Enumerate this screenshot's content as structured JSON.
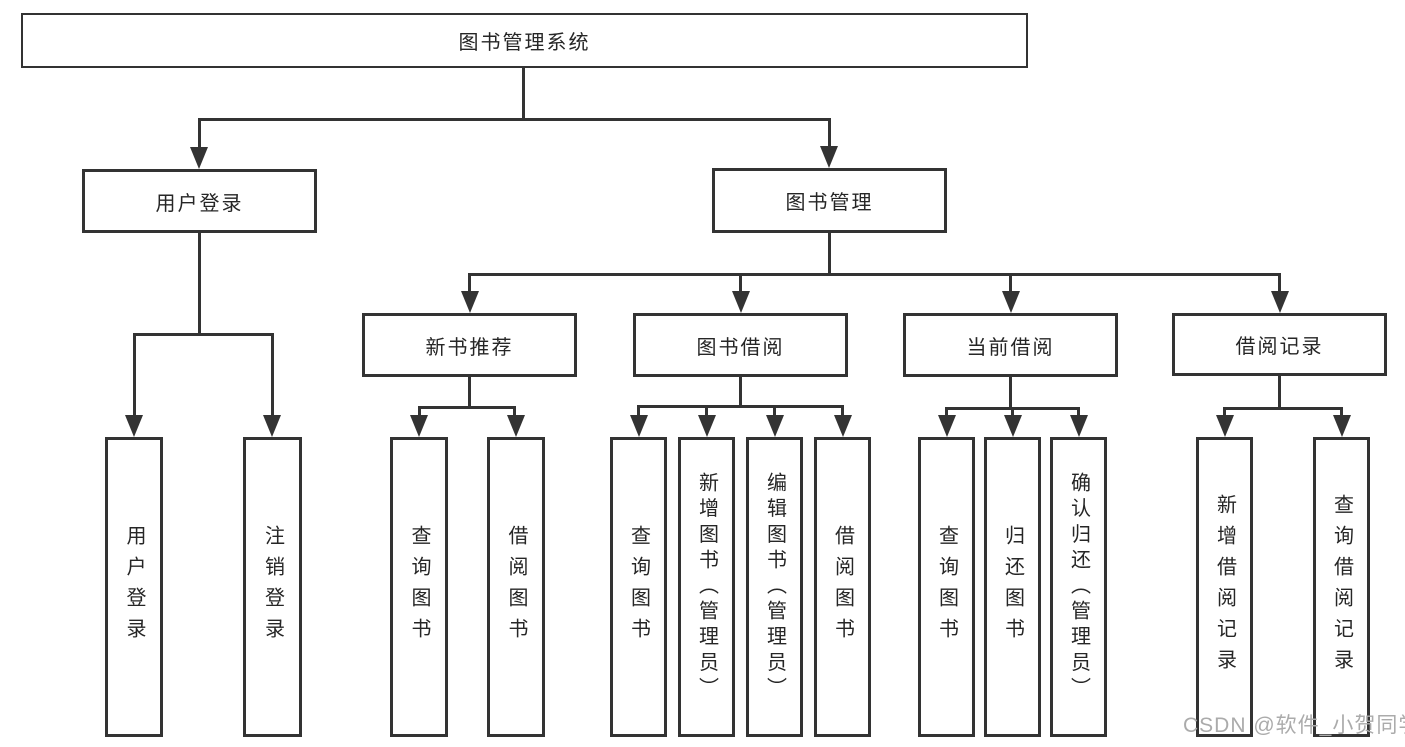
{
  "diagram_title": "图书管理系统",
  "watermark": {
    "text": "CSDN @软件_小贺同学"
  },
  "colors": {
    "line": "#333333",
    "text": "#262626",
    "watermark": "#ababab",
    "background": "#ffffff"
  },
  "tree": {
    "label": "图书管理系统",
    "children": [
      {
        "label": "用户登录",
        "children": [
          {
            "label": "用户登录"
          },
          {
            "label": "注销登录"
          }
        ]
      },
      {
        "label": "图书管理",
        "children": [
          {
            "label": "新书推荐",
            "children": [
              {
                "label": "查询图书"
              },
              {
                "label": "借阅图书"
              }
            ]
          },
          {
            "label": "图书借阅",
            "children": [
              {
                "label": "查询图书"
              },
              {
                "label": "新增图书（管理员）"
              },
              {
                "label": "编辑图书（管理员）"
              },
              {
                "label": "借阅图书"
              }
            ]
          },
          {
            "label": "当前借阅",
            "children": [
              {
                "label": "查询图书"
              },
              {
                "label": "归还图书"
              },
              {
                "label": "确认归还（管理员）"
              }
            ]
          },
          {
            "label": "借阅记录",
            "children": [
              {
                "label": "新增借阅记录"
              },
              {
                "label": "查询借阅记录"
              }
            ]
          }
        ]
      }
    ]
  }
}
